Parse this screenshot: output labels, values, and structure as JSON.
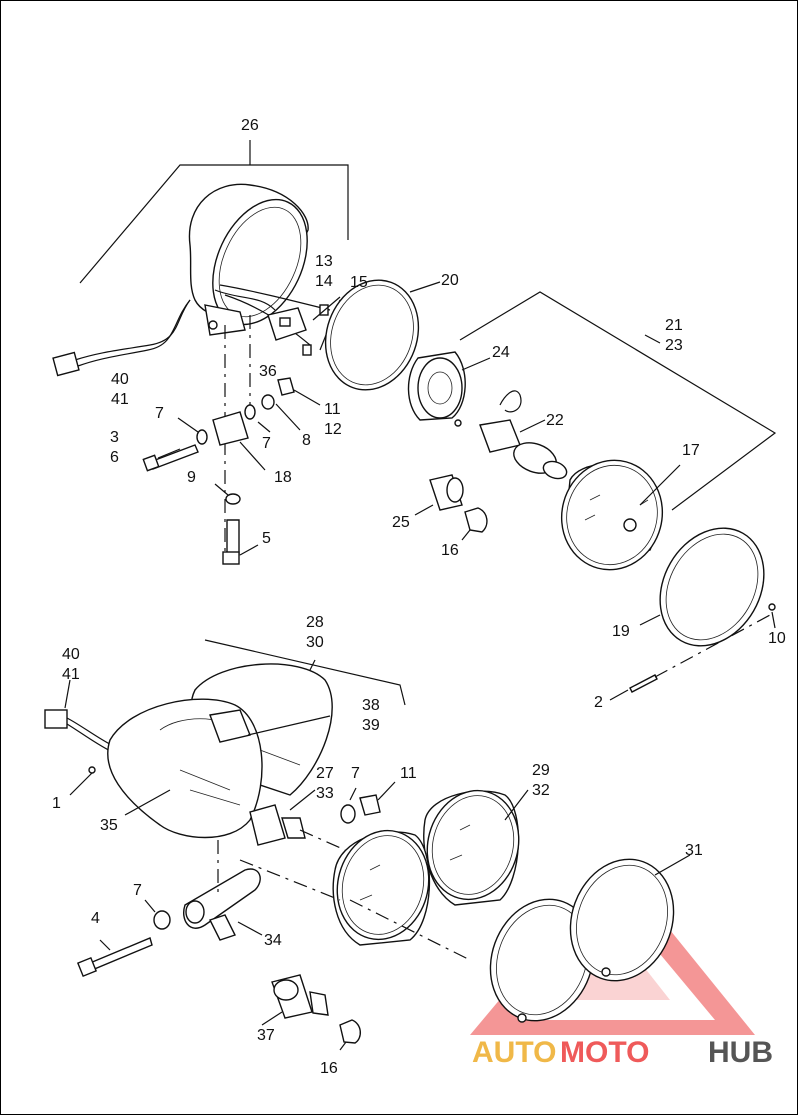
{
  "diagram": {
    "callouts": [
      {
        "id": "c26",
        "text": "26"
      },
      {
        "id": "c13",
        "text": "13"
      },
      {
        "id": "c14",
        "text": "14"
      },
      {
        "id": "c15",
        "text": "15"
      },
      {
        "id": "c20",
        "text": "20"
      },
      {
        "id": "c21",
        "text": "21"
      },
      {
        "id": "c23",
        "text": "23"
      },
      {
        "id": "c24",
        "text": "24"
      },
      {
        "id": "c40a",
        "text": "40"
      },
      {
        "id": "c41a",
        "text": "41"
      },
      {
        "id": "c36",
        "text": "36"
      },
      {
        "id": "c7a",
        "text": "7"
      },
      {
        "id": "c3",
        "text": "3"
      },
      {
        "id": "c6",
        "text": "6"
      },
      {
        "id": "c7b",
        "text": "7"
      },
      {
        "id": "c8",
        "text": "8"
      },
      {
        "id": "c11a",
        "text": "11"
      },
      {
        "id": "c12",
        "text": "12"
      },
      {
        "id": "c22",
        "text": "22"
      },
      {
        "id": "c17",
        "text": "17"
      },
      {
        "id": "c18",
        "text": "18"
      },
      {
        "id": "c9",
        "text": "9"
      },
      {
        "id": "c25",
        "text": "25"
      },
      {
        "id": "c16a",
        "text": "16"
      },
      {
        "id": "c5",
        "text": "5"
      },
      {
        "id": "c19",
        "text": "19"
      },
      {
        "id": "c10",
        "text": "10"
      },
      {
        "id": "c28",
        "text": "28"
      },
      {
        "id": "c30",
        "text": "30"
      },
      {
        "id": "c40b",
        "text": "40"
      },
      {
        "id": "c41b",
        "text": "41"
      },
      {
        "id": "c2",
        "text": "2"
      },
      {
        "id": "c38",
        "text": "38"
      },
      {
        "id": "c39",
        "text": "39"
      },
      {
        "id": "c27",
        "text": "27"
      },
      {
        "id": "c33",
        "text": "33"
      },
      {
        "id": "c7c",
        "text": "7"
      },
      {
        "id": "c11b",
        "text": "11"
      },
      {
        "id": "c29",
        "text": "29"
      },
      {
        "id": "c32",
        "text": "32"
      },
      {
        "id": "c1",
        "text": "1"
      },
      {
        "id": "c35",
        "text": "35"
      },
      {
        "id": "c31",
        "text": "31"
      },
      {
        "id": "c7d",
        "text": "7"
      },
      {
        "id": "c4",
        "text": "4"
      },
      {
        "id": "c34",
        "text": "34"
      },
      {
        "id": "c37",
        "text": "37"
      },
      {
        "id": "c16b",
        "text": "16"
      }
    ]
  },
  "watermark": {
    "part1": "AUTO",
    "part2": "MOTO",
    "part3": "HUB",
    "colors": {
      "auto": "#f0b848",
      "moto": "#ef5a5a",
      "hub": "#555555",
      "triangle": "#ef5a5a"
    }
  }
}
